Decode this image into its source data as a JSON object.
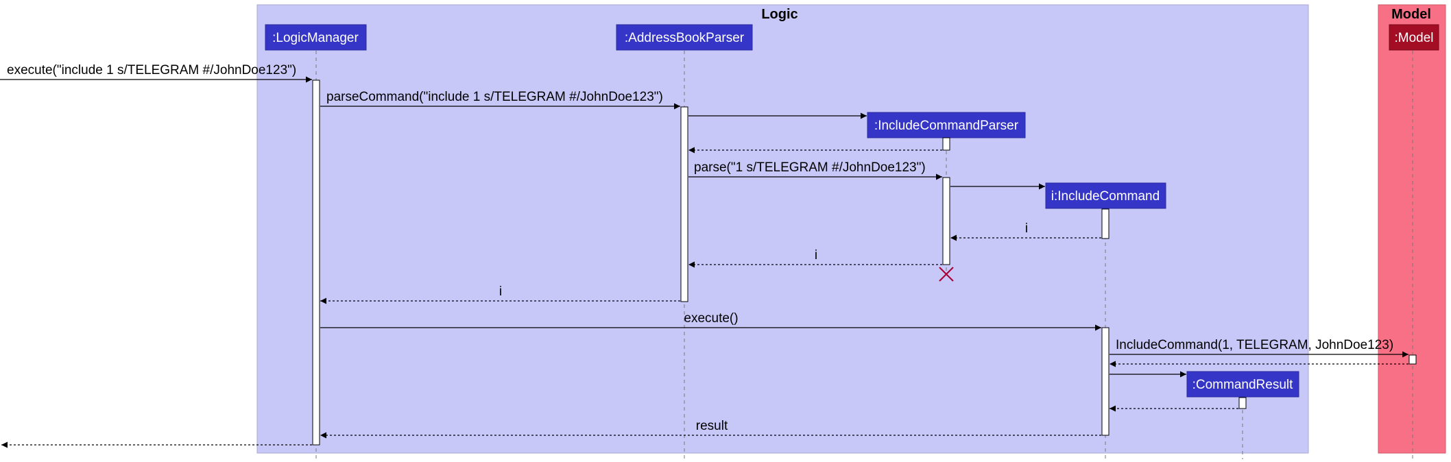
{
  "diagram": {
    "boxes": [
      {
        "id": "logic",
        "title": "Logic",
        "color": "#c8c8f8"
      },
      {
        "id": "model",
        "title": "Model",
        "color": "#f87085"
      }
    ],
    "participants": [
      {
        "id": "lm",
        "label": ":LogicManager",
        "color": "#3535c8"
      },
      {
        "id": "abp",
        "label": ":AddressBookParser",
        "color": "#3535c8"
      },
      {
        "id": "icp",
        "label": ":IncludeCommandParser",
        "color": "#3535c8"
      },
      {
        "id": "ic",
        "label": "i:IncludeCommand",
        "color": "#3535c8"
      },
      {
        "id": "cr",
        "label": ":CommandResult",
        "color": "#3535c8"
      },
      {
        "id": "model",
        "label": ":Model",
        "color": "#a40e25"
      }
    ],
    "messages": [
      {
        "label": "execute(\"include 1 s/TELEGRAM #/JohnDoe123\")",
        "from": "external",
        "to": "lm",
        "kind": "sync"
      },
      {
        "label": "parseCommand(\"include 1 s/TELEGRAM #/JohnDoe123\")",
        "from": "lm",
        "to": "abp",
        "kind": "sync"
      },
      {
        "label": "",
        "from": "abp",
        "to": "icp",
        "kind": "create"
      },
      {
        "label": "",
        "from": "icp",
        "to": "abp",
        "kind": "return"
      },
      {
        "label": "parse(\"1 s/TELEGRAM #/JohnDoe123\")",
        "from": "abp",
        "to": "icp",
        "kind": "sync"
      },
      {
        "label": "",
        "from": "icp",
        "to": "ic",
        "kind": "create"
      },
      {
        "label": "i",
        "from": "ic",
        "to": "icp",
        "kind": "return"
      },
      {
        "label": "i",
        "from": "icp",
        "to": "abp",
        "kind": "return"
      },
      {
        "label": "i",
        "from": "abp",
        "to": "lm",
        "kind": "return"
      },
      {
        "label": "execute()",
        "from": "lm",
        "to": "ic",
        "kind": "sync"
      },
      {
        "label": "IncludeCommand(1, TELEGRAM, JohnDoe123)",
        "from": "ic",
        "to": "model",
        "kind": "sync"
      },
      {
        "label": "",
        "from": "model",
        "to": "ic",
        "kind": "return"
      },
      {
        "label": "",
        "from": "ic",
        "to": "cr",
        "kind": "create"
      },
      {
        "label": "",
        "from": "cr",
        "to": "ic",
        "kind": "return"
      },
      {
        "label": "result",
        "from": "ic",
        "to": "lm",
        "kind": "return"
      },
      {
        "label": "",
        "from": "lm",
        "to": "external",
        "kind": "return"
      }
    ],
    "destroyed": [
      "icp"
    ],
    "destroy_color": "#a80036"
  }
}
